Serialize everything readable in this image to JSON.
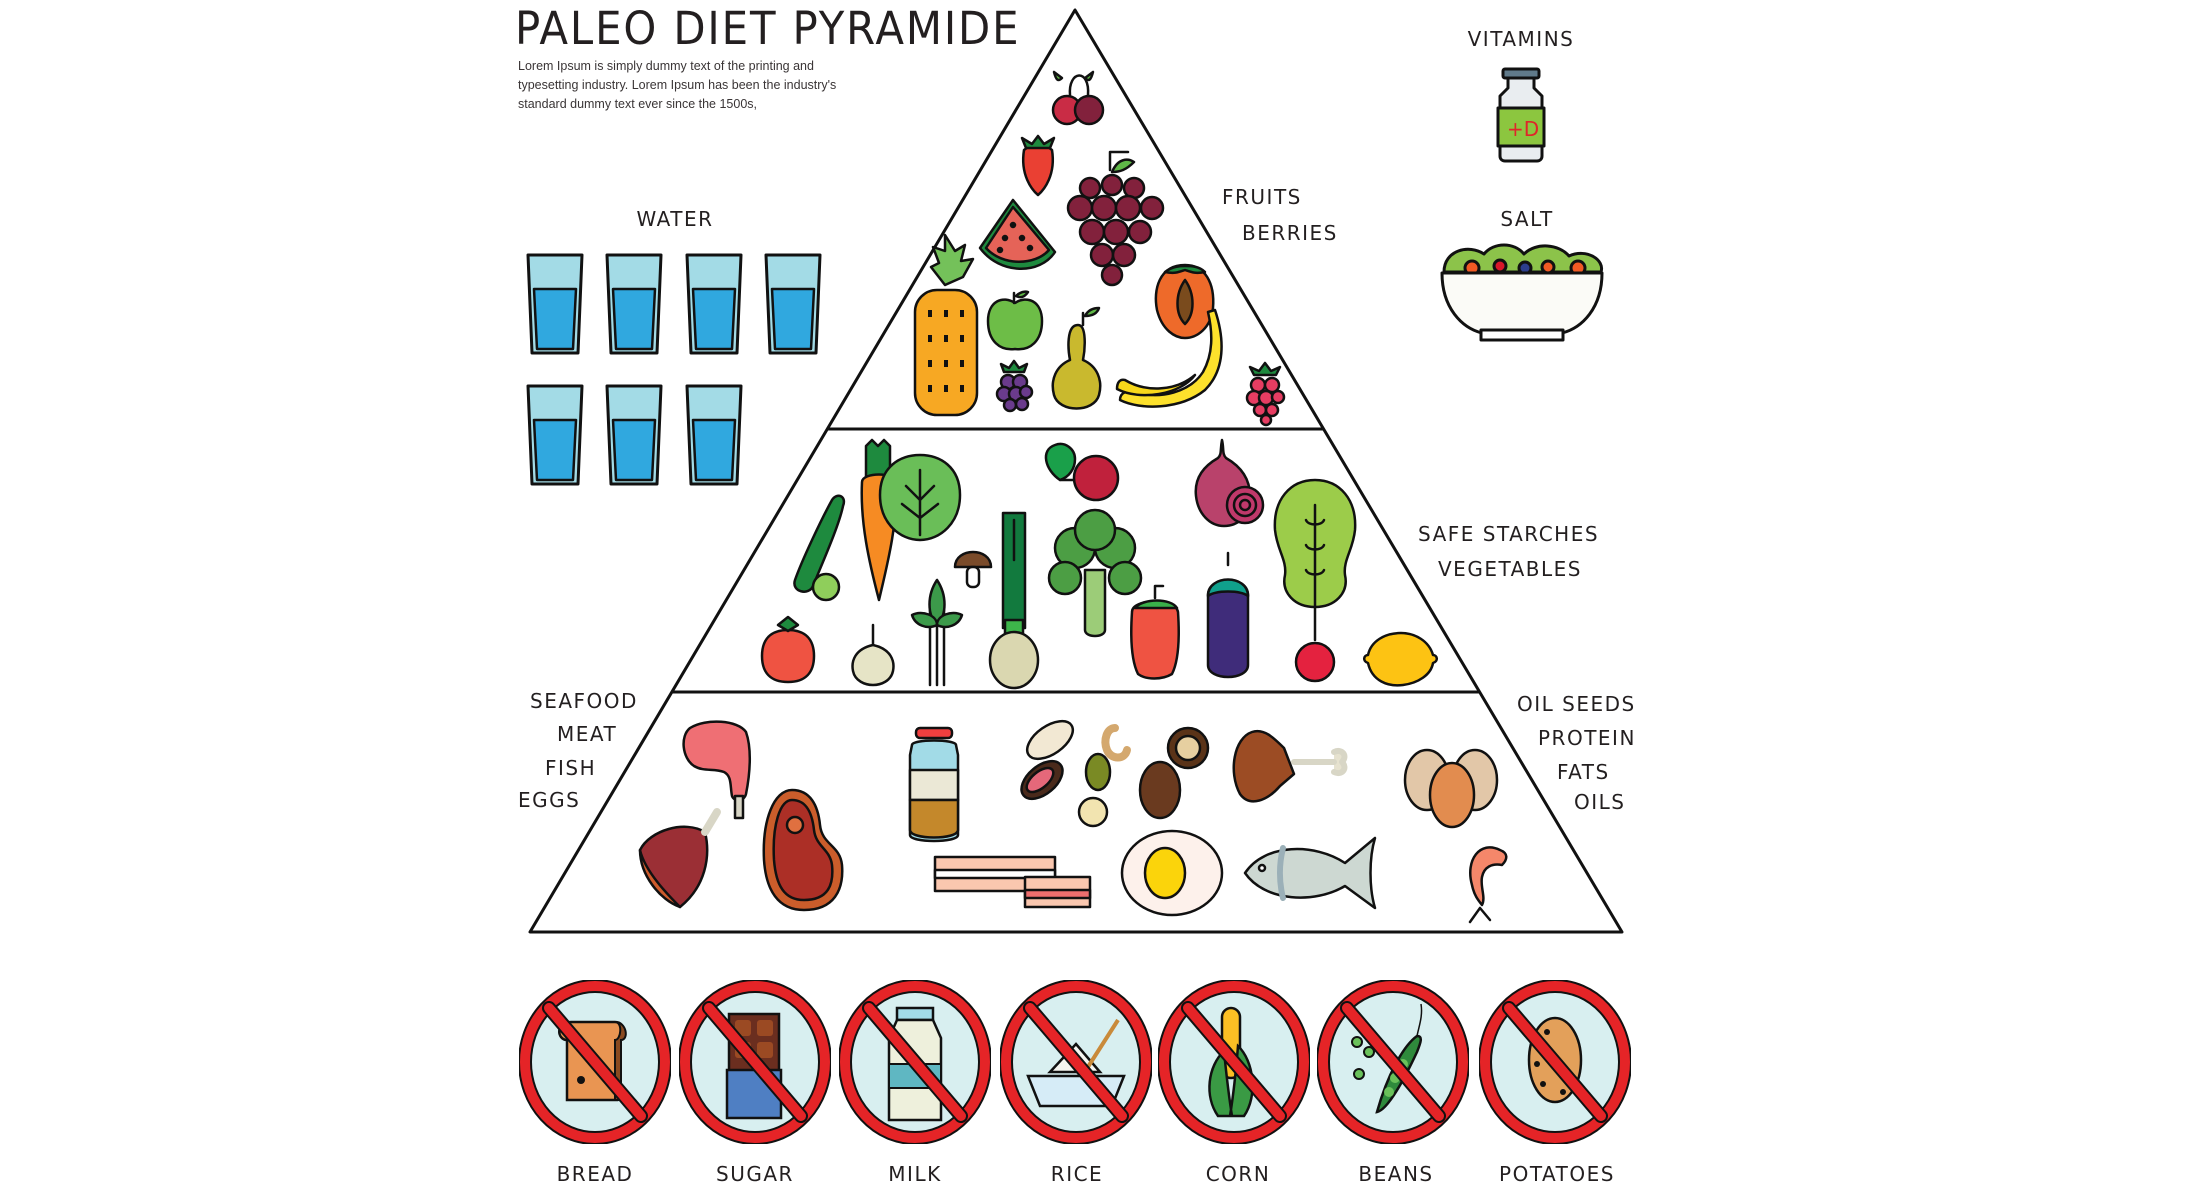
{
  "header": {
    "title": "PALEO DIET PYRAMIDE",
    "intro_lines": [
      "Lorem Ipsum is simply dummy text of the printing and",
      "typesetting industry. Lorem Ipsum has been the industry's",
      "standard dummy text ever since the 1500s,"
    ]
  },
  "side_items": {
    "water": {
      "label": "WATER",
      "glass_count": 7,
      "colors": {
        "glass": "#a3dbe6",
        "water": "#30a8df"
      }
    },
    "vitamins": {
      "label": "VITAMINS",
      "bottle_text": "+D"
    },
    "salt": {
      "label": "SALT"
    }
  },
  "pyramid": {
    "tiers": [
      {
        "name": "fruits-berries",
        "labels": [
          "FRUITS",
          "BERRIES"
        ],
        "items": [
          "cherries",
          "strawberry",
          "grapes",
          "watermelon",
          "pineapple",
          "apple",
          "peach",
          "blackberry",
          "pear",
          "banana",
          "raspberry"
        ]
      },
      {
        "name": "safe-starches-vegetables",
        "labels": [
          "SAFE STARCHES",
          "VEGETABLES"
        ],
        "items": [
          "cucumber",
          "carrot",
          "cabbage",
          "beet",
          "red-onion",
          "lettuce",
          "mushroom",
          "leek",
          "broccoli",
          "eggplant",
          "tomato",
          "garlic",
          "herbs",
          "bell-pepper",
          "radish",
          "lemon"
        ]
      },
      {
        "name": "protein",
        "labels_left": [
          "SEAFOOD",
          "MEAT",
          "FISH",
          "EGGS"
        ],
        "labels_right": [
          "OIL SEEDS",
          "PROTEIN",
          "FATS",
          "OILS"
        ],
        "items": [
          "raw-chicken-leg",
          "ham",
          "steak",
          "jar-of-oil",
          "peanut",
          "cashew",
          "walnut",
          "pistachio",
          "almond",
          "macadamia",
          "coconut",
          "roasted-drumstick",
          "eggs",
          "bacon",
          "fried-egg",
          "fish",
          "shrimp"
        ]
      }
    ],
    "stroke_color": "#111111"
  },
  "excluded": {
    "ban_color": "#e52427",
    "circle_fill": "#d8eff0",
    "items": [
      {
        "label": "BREAD",
        "icon": "bread-icon"
      },
      {
        "label": "SUGAR",
        "icon": "chocolate-icon"
      },
      {
        "label": "MILK",
        "icon": "milk-carton-icon"
      },
      {
        "label": "RICE",
        "icon": "rice-bowl-icon"
      },
      {
        "label": "CORN",
        "icon": "corn-icon"
      },
      {
        "label": "BEANS",
        "icon": "peapod-icon"
      },
      {
        "label": "POTATOES",
        "icon": "potato-icon"
      }
    ]
  }
}
